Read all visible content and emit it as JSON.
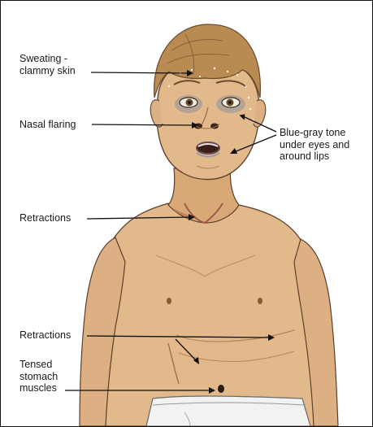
{
  "labels": {
    "sweating": "Sweating -\nclammy skin",
    "nasal_flaring": "Nasal flaring",
    "blue_gray": "Blue-gray tone\nunder eyes and\naround lips",
    "retractions_neck": "Retractions",
    "retractions_chest": "Retractions",
    "tensed_stomach": "Tensed\nstomach\nmuscles"
  },
  "colors": {
    "skin": "#e2b98a",
    "skin_shadow": "#c99765",
    "hair": "#b98a52",
    "outline": "#5a3f2b",
    "arrow": "#111111",
    "pants": "#f2f2f2"
  }
}
